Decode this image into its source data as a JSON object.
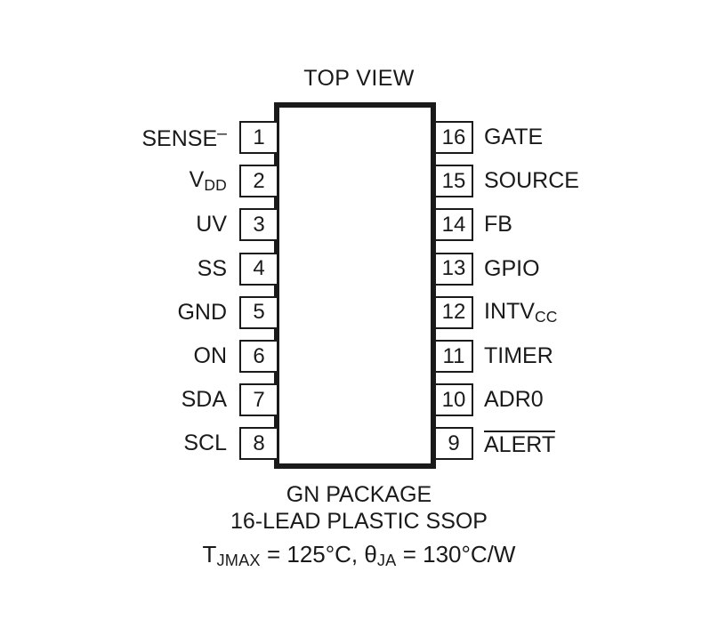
{
  "diagram": {
    "title": "TOP VIEW",
    "package_outline": {
      "shape": "rectangle",
      "border_color": "#1a1a1a"
    },
    "left_pins": [
      {
        "number": "1",
        "label_main": "SENSE",
        "label_sup": "–",
        "label_sub": "",
        "overline": false
      },
      {
        "number": "2",
        "label_main": "V",
        "label_sup": "",
        "label_sub": "DD",
        "overline": false
      },
      {
        "number": "3",
        "label_main": "UV",
        "label_sup": "",
        "label_sub": "",
        "overline": false
      },
      {
        "number": "4",
        "label_main": "SS",
        "label_sup": "",
        "label_sub": "",
        "overline": false
      },
      {
        "number": "5",
        "label_main": "GND",
        "label_sup": "",
        "label_sub": "",
        "overline": false
      },
      {
        "number": "6",
        "label_main": "ON",
        "label_sup": "",
        "label_sub": "",
        "overline": false
      },
      {
        "number": "7",
        "label_main": "SDA",
        "label_sup": "",
        "label_sub": "",
        "overline": false
      },
      {
        "number": "8",
        "label_main": "SCL",
        "label_sup": "",
        "label_sub": "",
        "overline": false
      }
    ],
    "right_pins": [
      {
        "number": "16",
        "label_main": "GATE",
        "label_sup": "",
        "label_sub": "",
        "overline": false
      },
      {
        "number": "15",
        "label_main": "SOURCE",
        "label_sup": "",
        "label_sub": "",
        "overline": false
      },
      {
        "number": "14",
        "label_main": "FB",
        "label_sup": "",
        "label_sub": "",
        "overline": false
      },
      {
        "number": "13",
        "label_main": "GPIO",
        "label_sup": "",
        "label_sub": "",
        "overline": false
      },
      {
        "number": "12",
        "label_main": "INTV",
        "label_sup": "",
        "label_sub": "CC",
        "overline": false
      },
      {
        "number": "11",
        "label_main": "TIMER",
        "label_sup": "",
        "label_sub": "",
        "overline": false
      },
      {
        "number": "10",
        "label_main": "ADR0",
        "label_sup": "",
        "label_sub": "",
        "overline": false
      },
      {
        "number": "9",
        "label_main": "ALERT",
        "label_sup": "",
        "label_sub": "",
        "overline": true
      }
    ],
    "caption": {
      "package_name": "GN PACKAGE",
      "package_desc": "16-LEAD PLASTIC SSOP",
      "thermal": {
        "tj_symbol": "T",
        "tj_sub": "JMAX",
        "tj_value": " = 125°C, ",
        "theta_symbol": "θ",
        "theta_sub": "JA",
        "theta_value": " = 130°C/W"
      }
    }
  }
}
